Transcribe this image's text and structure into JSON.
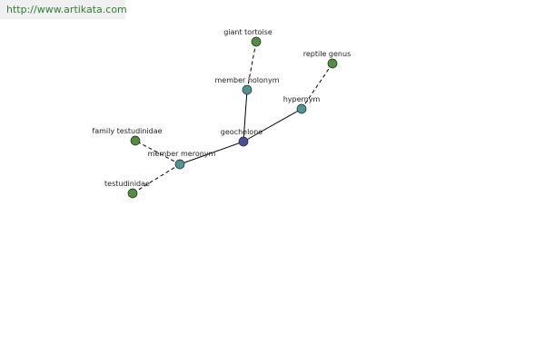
{
  "watermark": {
    "url": "http://www.artikata.com"
  },
  "colors": {
    "center": "#4a4f9a",
    "relation": "#4f9595",
    "leaf": "#4f8f3f"
  },
  "graph": {
    "nodes": {
      "center": {
        "label": "geochelone"
      },
      "member_holonym": {
        "label": "member holonym"
      },
      "giant_tortoise": {
        "label": "giant tortoise"
      },
      "hypernym": {
        "label": "hypernym"
      },
      "reptile_genus": {
        "label": "reptile genus"
      },
      "member_meronym": {
        "label": "member meronym"
      },
      "family_testudinidae": {
        "label": "family testudinidae"
      },
      "testudinidae": {
        "label": "testudinidae"
      }
    }
  }
}
